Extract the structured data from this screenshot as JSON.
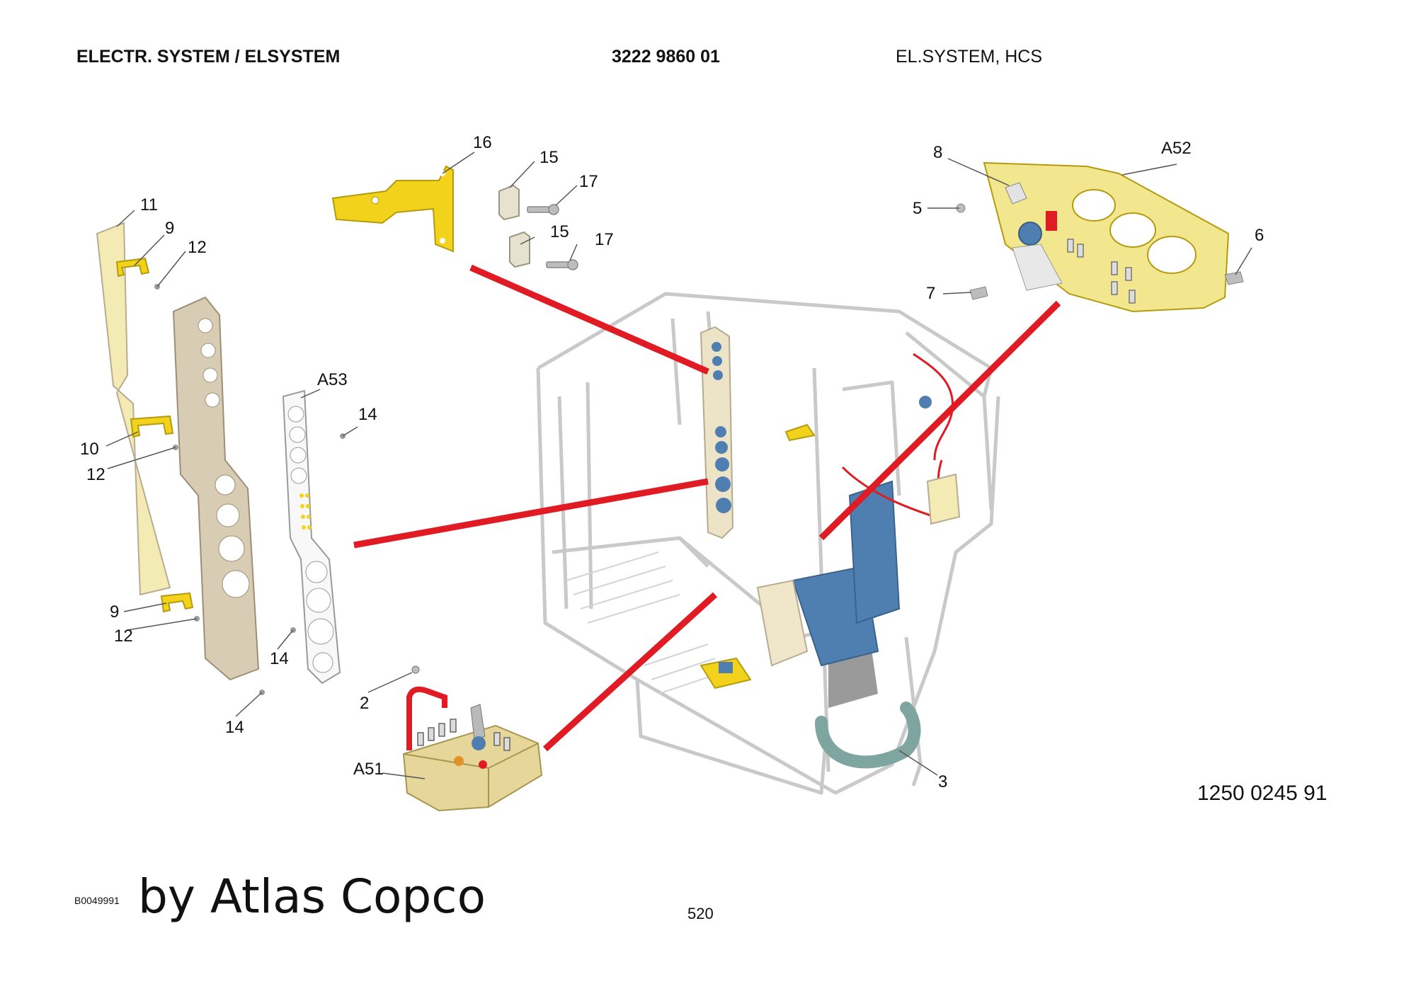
{
  "header": {
    "left_title": "ELECTR. SYSTEM / ELSYSTEM",
    "doc_number": "3222 9860 01",
    "right_title": "EL.SYSTEM, HCS"
  },
  "callouts": {
    "c16": "16",
    "c15a": "15",
    "c15b": "15",
    "c17a": "17",
    "c17b": "17",
    "c11": "11",
    "c9a": "9",
    "c12a": "12",
    "c10": "10",
    "c12b": "12",
    "c9b": "9",
    "c12c": "12",
    "c14a": "14",
    "c14b": "14",
    "c14c": "14",
    "cA53": "A53",
    "c8": "8",
    "cA52": "A52",
    "c5": "5",
    "c6": "6",
    "c7": "7",
    "c2": "2",
    "cA51": "A51",
    "c3": "3"
  },
  "footer": {
    "part_number": "1250 0245 91",
    "page_number": "520",
    "image_id": "B0049991",
    "credit": "by Atlas Copco"
  },
  "colors": {
    "yellow": "#f2d21b",
    "pale_yellow": "#f4eab4",
    "tan": "#d9ccb4",
    "blue": "#4e7fb0",
    "red": "#e01b24",
    "frame": "#cfcfcf"
  }
}
